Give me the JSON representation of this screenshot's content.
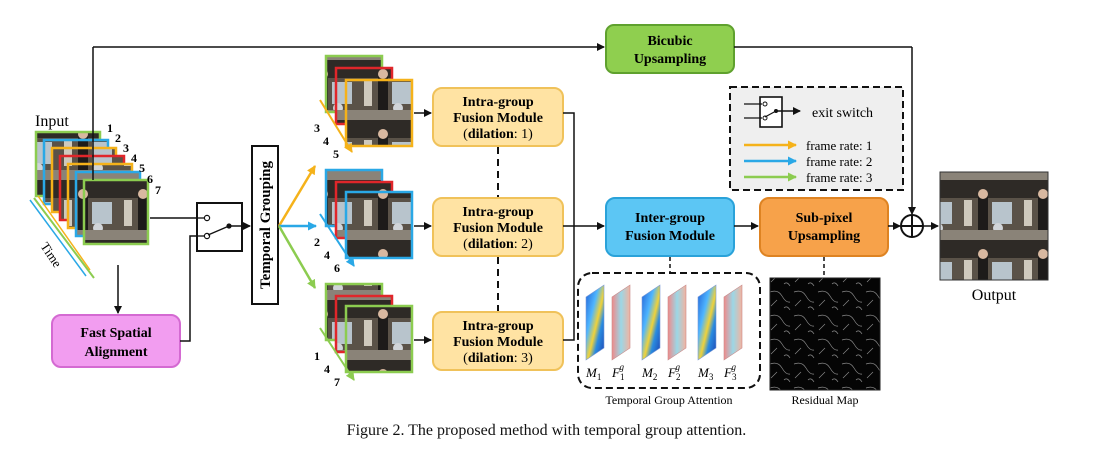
{
  "caption": "Figure 2. The proposed method with temporal group attention.",
  "input": {
    "label": "Input",
    "time_label": "Time",
    "frame_numbers": [
      "1",
      "2",
      "3",
      "4",
      "5",
      "6",
      "7"
    ]
  },
  "fast_spatial_alignment": {
    "line1": "Fast Spatial",
    "line2": "Alignment"
  },
  "temporal_grouping": "Temporal Grouping",
  "bicubic": {
    "line1": "Bicubic",
    "line2": "Upsampling"
  },
  "groups": [
    {
      "frames": [
        "3",
        "4",
        "5"
      ],
      "line1": "Intra-group",
      "line2": "Fusion Module",
      "dil_word": "dilation",
      "dil_value": ": 1)"
    },
    {
      "frames": [
        "2",
        "4",
        "6"
      ],
      "line1": "Intra-group",
      "line2": "Fusion Module",
      "dil_word": "dilation",
      "dil_value": ": 2)"
    },
    {
      "frames": [
        "1",
        "4",
        "7"
      ],
      "line1": "Intra-group",
      "line2": "Fusion Module",
      "dil_word": "dilation",
      "dil_value": ": 3)"
    }
  ],
  "inter_group": {
    "line1": "Inter-group",
    "line2": "Fusion Module"
  },
  "subpixel": {
    "line1": "Sub-pixel",
    "line2": "Upsampling"
  },
  "legend": {
    "exit_switch": "exit switch",
    "items": [
      {
        "label": "frame rate: 1",
        "color": "#f5b21a"
      },
      {
        "label": "frame rate: 2",
        "color": "#2aa8e6"
      },
      {
        "label": "frame rate: 3",
        "color": "#8ccc50"
      }
    ]
  },
  "attention": {
    "label": "Temporal Group Attention",
    "maps": [
      {
        "sym": "M",
        "sub": "1",
        "sup": ""
      },
      {
        "sym": "F",
        "sub": "1",
        "sup": "g"
      },
      {
        "sym": "M",
        "sub": "2",
        "sup": ""
      },
      {
        "sym": "F",
        "sub": "2",
        "sup": "g"
      },
      {
        "sym": "M",
        "sub": "3",
        "sup": ""
      },
      {
        "sym": "F",
        "sub": "3",
        "sup": "g"
      }
    ]
  },
  "residual_label": "Residual Map",
  "output_label": "Output",
  "colors": {
    "orange": "#f5b21a",
    "blue": "#2aa8e6",
    "green": "#8ccc50",
    "red": "#e0262a",
    "fsa_fill": "#f29df0",
    "fsa_stroke": "#d46ad2",
    "intra_fill": "#ffe3a3",
    "intra_stroke": "#f0c25a",
    "inter_fill": "#5cc6f4",
    "inter_stroke": "#2aa2d9",
    "sub_fill": "#f7a24a",
    "sub_stroke": "#de8322",
    "bic_fill": "#8fcf4f",
    "bic_stroke": "#5fa12e"
  }
}
